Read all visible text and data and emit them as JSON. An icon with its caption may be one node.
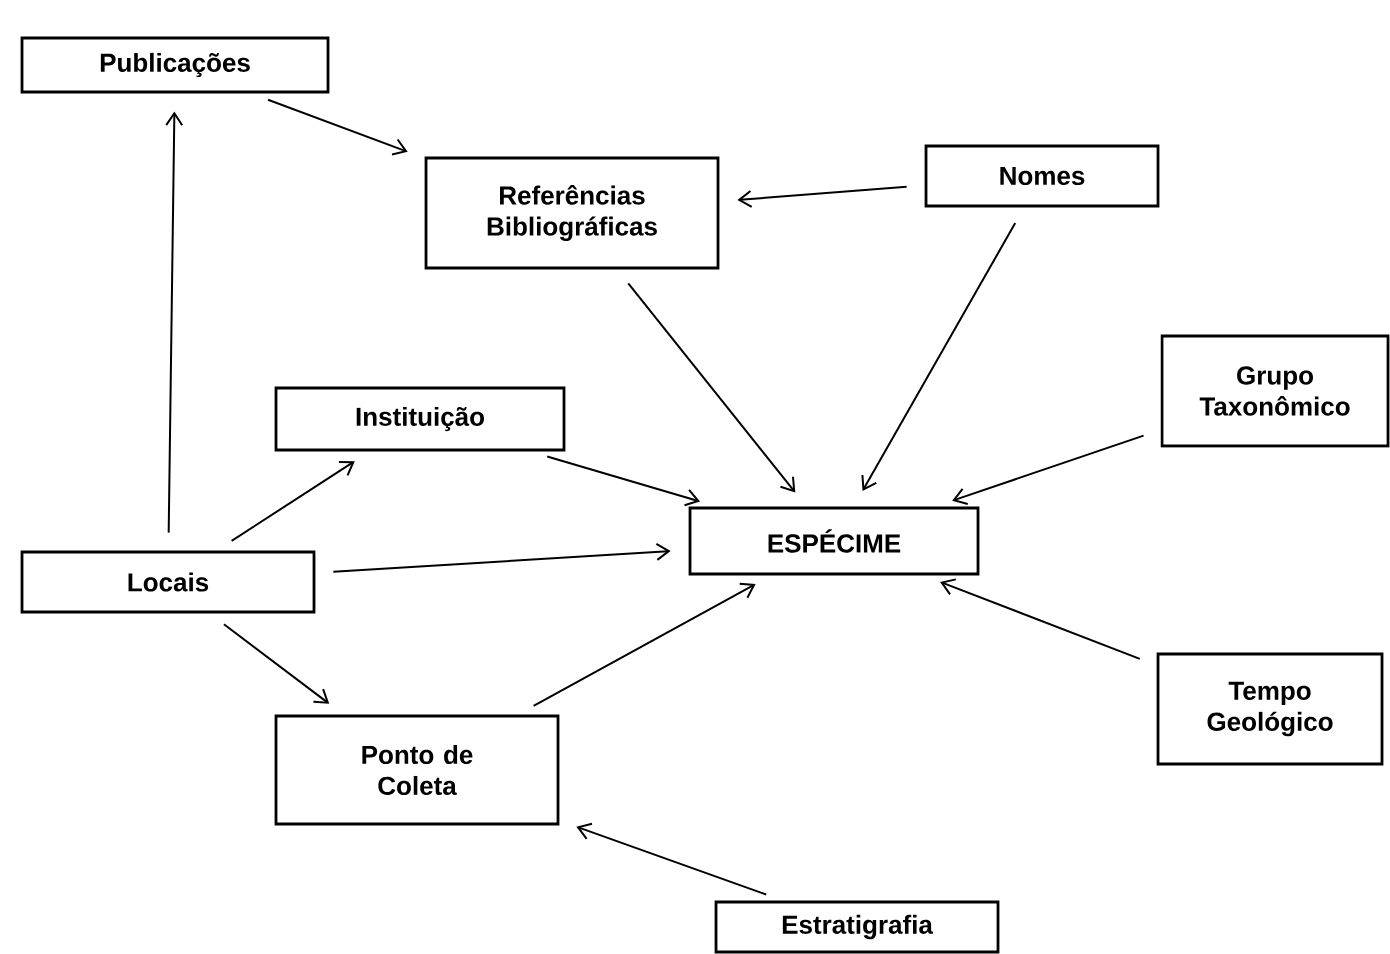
{
  "diagram": {
    "nodes": [
      {
        "text": [
          "Publicações"
        ]
      },
      {
        "text": [
          "Referências Bibliográficas"
        ]
      },
      {
        "text": [
          "Nomes"
        ]
      },
      {
        "text": [
          "Instituição"
        ]
      },
      {
        "text": [
          "Grupo Taxonômico"
        ]
      },
      {
        "text": [
          "Locais"
        ]
      },
      {
        "text": [
          "ESPÉCIME"
        ]
      },
      {
        "text": [
          "Ponto de Coleta"
        ]
      },
      {
        "text": [
          "Tempo Geológico"
        ]
      },
      {
        "text": [
          "Estratigrafia"
        ]
      }
    ],
    "edges": [
      {
        "from": 0,
        "to": 1,
        "arrow": "to"
      },
      {
        "from": 2,
        "to": 1,
        "arrow": "to"
      },
      {
        "from": 1,
        "to": 6,
        "arrow": "to"
      },
      {
        "from": 2,
        "to": 6,
        "arrow": "to"
      },
      {
        "from": 4,
        "to": 6,
        "arrow": "to"
      },
      {
        "from": 3,
        "to": 6,
        "arrow": "to"
      },
      {
        "from": 5,
        "to": 0,
        "arrow": "to"
      },
      {
        "from": 5,
        "to": 3,
        "arrow": "to"
      },
      {
        "from": 5,
        "to": 6,
        "arrow": "to"
      },
      {
        "from": 5,
        "to": 7,
        "arrow": "to"
      },
      {
        "from": 7,
        "to": 6,
        "arrow": "to"
      },
      {
        "from": 8,
        "to": 6,
        "arrow": "to"
      },
      {
        "from": 9,
        "to": 7,
        "arrow": "to"
      }
    ]
  }
}
